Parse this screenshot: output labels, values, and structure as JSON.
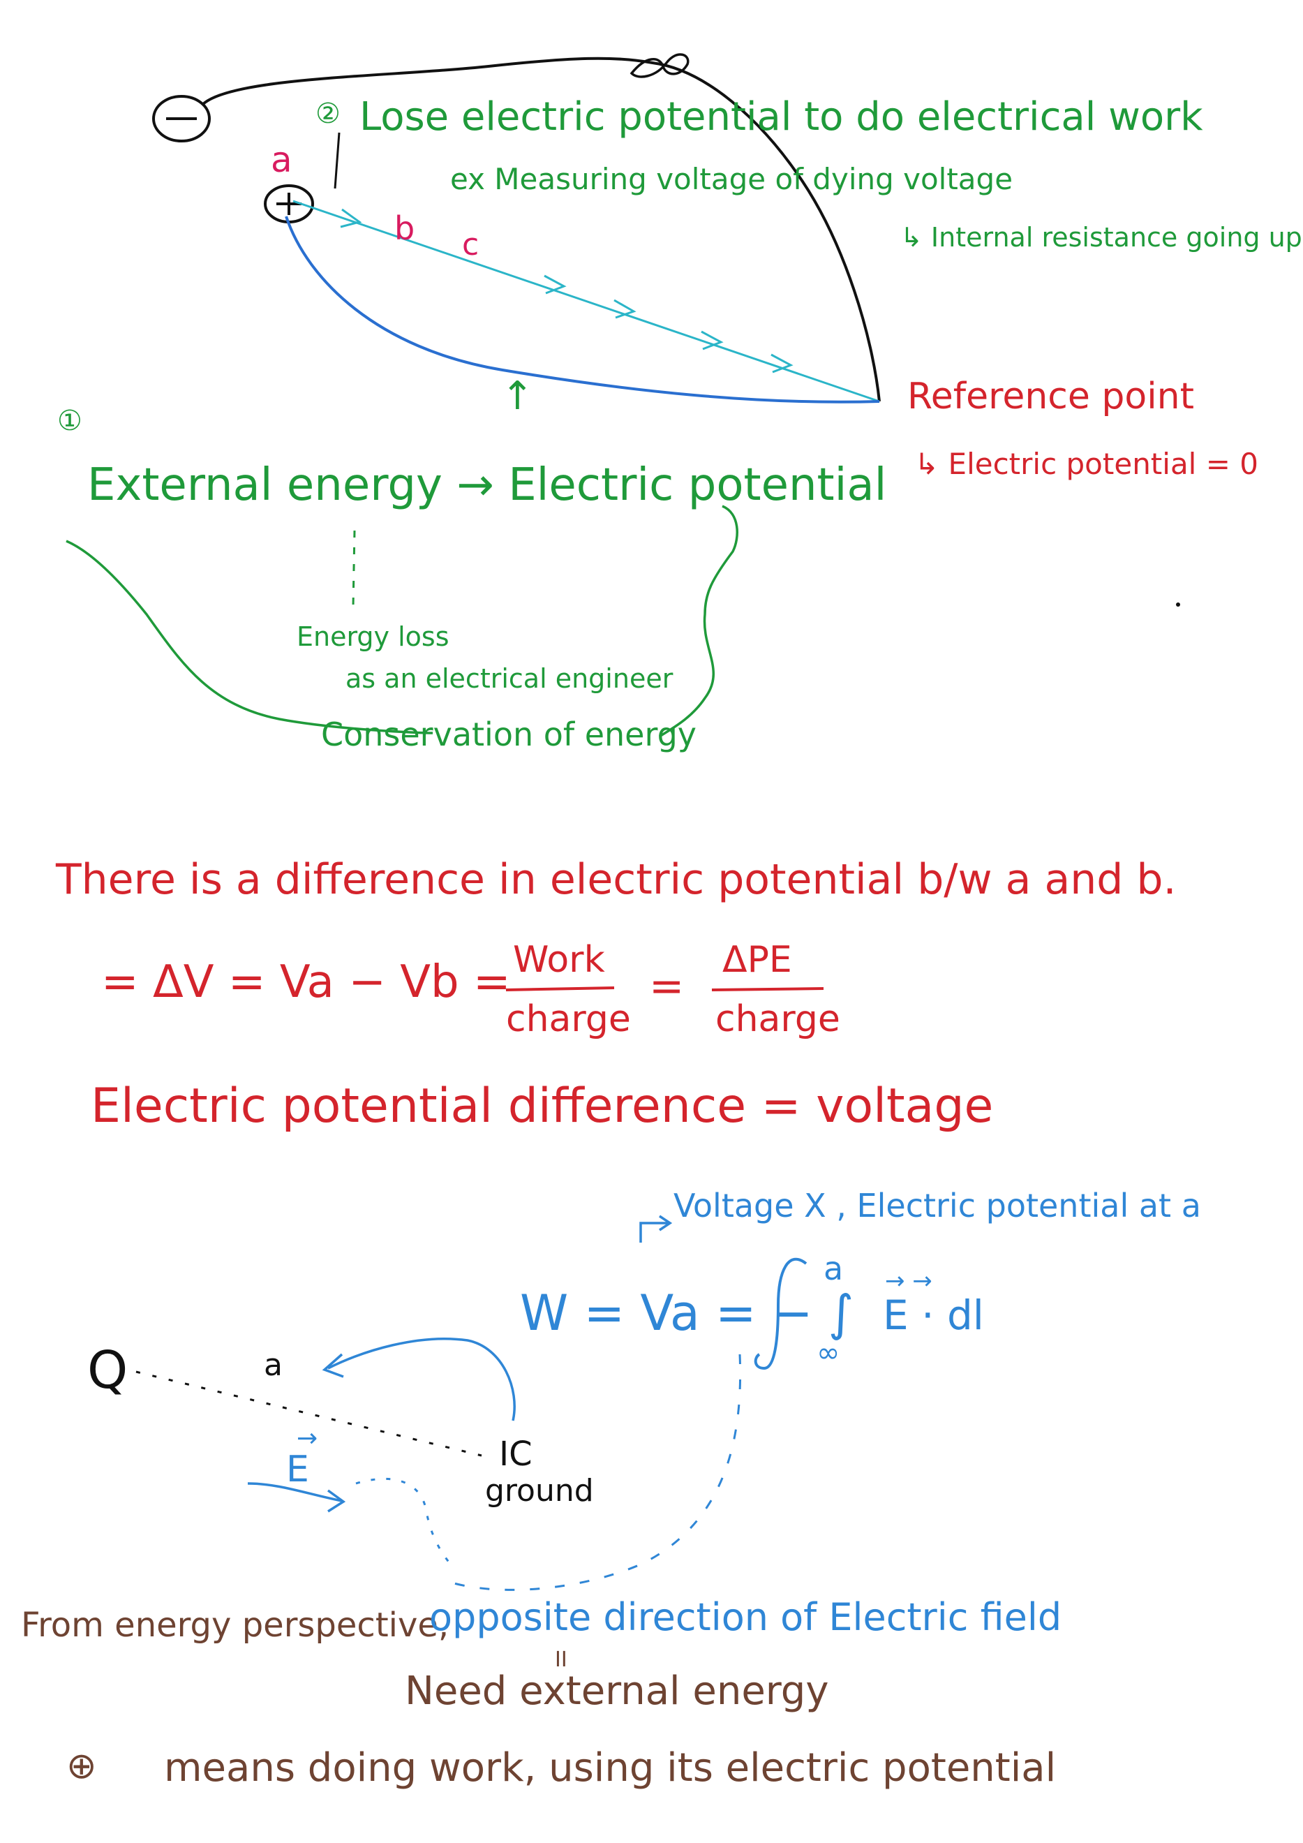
{
  "top": {
    "minus_symbol": "−",
    "plus_symbol": "+",
    "infinity_symbol": "∞",
    "point_a": "a",
    "point_b": "b",
    "point_c": "c",
    "step2_num": "②",
    "step2_text": "Lose electric potential to do electrical work",
    "ex_text": "ex Measuring voltage of dying voltage",
    "internal_text": "↳ Internal resistance going up",
    "reference_title": "Reference point",
    "reference_sub": "↳ Electric potential = 0",
    "step1_num": "①",
    "external_text": "External energy → Electric potential",
    "up_arrow": "↑",
    "energy_loss": "Energy loss",
    "as_engineer": "as an electrical engineer",
    "conservation": "Conservation of energy"
  },
  "middle": {
    "line1": "There is a difference in electric potential b/w a and b.",
    "eq_eq1": "= ΔV = Va − Vb =",
    "work": "Work",
    "charge1": "charge",
    "eq_eq2": "=",
    "dpe": "ΔPE",
    "charge2": "charge",
    "line3": "Electric potential difference = voltage"
  },
  "bottom": {
    "voltage_note": "Voltage X , Electric potential at a",
    "formula": "W = Va = − ∫",
    "int_upper": "a",
    "int_lower": "∞",
    "e_vec": "E · dl",
    "vec_arrows": "→    →",
    "q_label": "Q",
    "a_label": "a",
    "ic_label": "IC",
    "ground_label": "ground",
    "e_arrow": "→",
    "e_label": "E",
    "from_energy": "From energy perspective,",
    "opposite": "opposite direction of Electric field",
    "equals_mark": "II",
    "need_external": "Need external energy",
    "plus_circle": "⊕",
    "means_doing": "means doing work, using its electric potential"
  },
  "colors": {
    "green": "#1f9a3a",
    "red": "#d4242c",
    "blue": "#2f86d6",
    "brown": "#6e4332",
    "cyan": "#2bb5c8",
    "magenta": "#d81b5f"
  }
}
